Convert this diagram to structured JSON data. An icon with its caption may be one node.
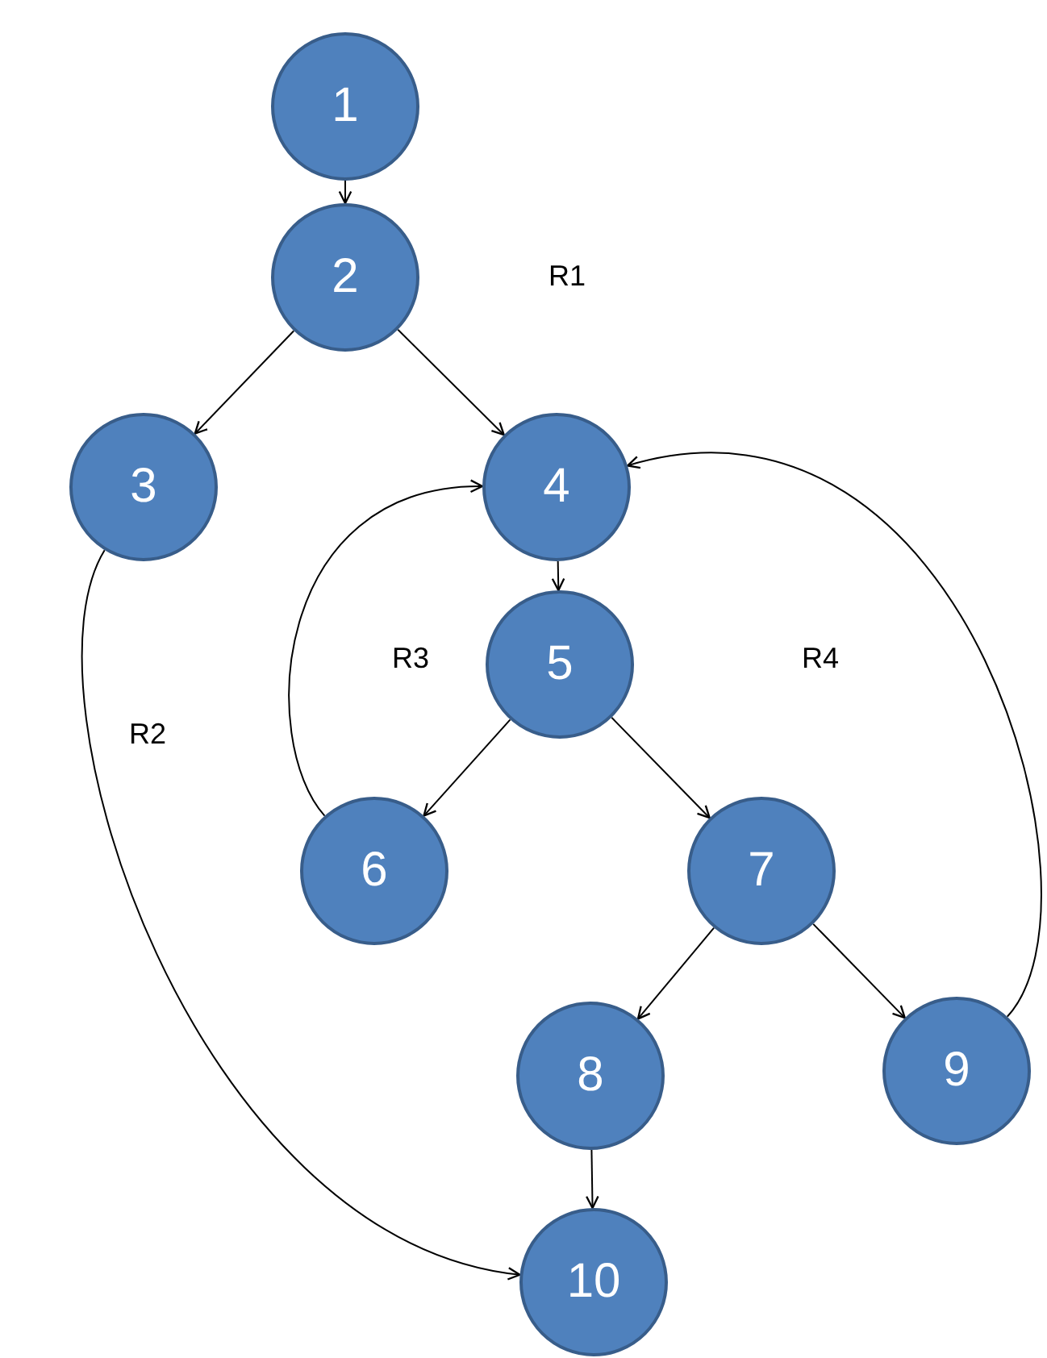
{
  "diagram": {
    "nodes": [
      {
        "text": [
          "1"
        ]
      },
      {
        "text": [
          "2"
        ]
      },
      {
        "text": [
          "3"
        ]
      },
      {
        "text": [
          "4"
        ]
      },
      {
        "text": [
          "5"
        ]
      },
      {
        "text": [
          "6"
        ]
      },
      {
        "text": [
          "7"
        ]
      },
      {
        "text": [
          "8"
        ]
      },
      {
        "text": [
          "9"
        ]
      },
      {
        "text": [
          "10"
        ]
      }
    ],
    "edges": [
      {
        "from": 0,
        "to": 1,
        "arrow": "to"
      },
      {
        "from": 1,
        "to": 2,
        "arrow": "to"
      },
      {
        "from": 1,
        "to": 3,
        "arrow": "to"
      },
      {
        "from": 3,
        "to": 4,
        "arrow": "to"
      },
      {
        "from": 4,
        "to": 5,
        "arrow": "to"
      },
      {
        "from": 4,
        "to": 6,
        "arrow": "to"
      },
      {
        "from": 5,
        "to": 3,
        "arrow": "to"
      },
      {
        "from": 6,
        "to": 7,
        "arrow": "to"
      },
      {
        "from": 6,
        "to": 8,
        "arrow": "to"
      },
      {
        "from": 8,
        "to": 3,
        "arrow": "to"
      },
      {
        "from": 7,
        "to": 9,
        "arrow": "to"
      },
      {
        "from": 2,
        "to": 9,
        "arrow": "to"
      }
    ],
    "labels": [
      "R1",
      "R3",
      "R4",
      "R2"
    ]
  }
}
